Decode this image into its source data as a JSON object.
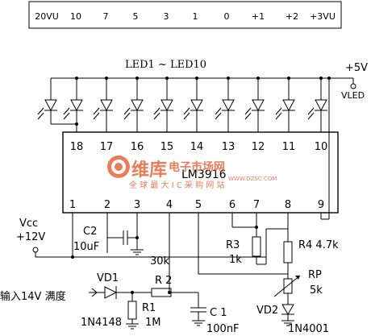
{
  "scale": {
    "labels": [
      "20VU",
      "10",
      "7",
      "5",
      "3",
      "1",
      "0",
      "+1",
      "+2",
      "+3VU"
    ]
  },
  "led_label": "LED1 ~ LED10",
  "supply": {
    "plus5v": "+5V",
    "vled": "VLED",
    "vcc": "Vcc",
    "plus12v": "+12V"
  },
  "ic": {
    "name": "LM3916",
    "top_pins": [
      "18",
      "17",
      "16",
      "15",
      "14",
      "13",
      "12",
      "11",
      "10"
    ],
    "bottom_pins": [
      "1",
      "2",
      "3",
      "4",
      "5",
      "6",
      "7",
      "8",
      "9"
    ]
  },
  "components": {
    "c2_name": "C2",
    "c2_value": "10uF",
    "r30k": "30k",
    "r3_name": "R3",
    "r3_value": "1k",
    "r4_label": "R4 4.7k",
    "rp_name": "RP",
    "rp_value": "5k",
    "vd1": "VD1",
    "vd1_part": "1N4148",
    "r2": "R 2",
    "r1_name": "R1",
    "r1_value": "1M",
    "c1_name": "C 1",
    "c1_value": "100nF",
    "vd2": "VD2",
    "vd2_part": "1N4001",
    "input_label": "输入14V 满度"
  },
  "watermark": {
    "brand": "维库",
    "site": "电子市场网",
    "url": "WWW.DZSC.COM",
    "slogan": "全 球 最 大 I C 采 购 网 站"
  },
  "colors": {
    "wire": "#000000",
    "watermark": "#e8663d"
  }
}
